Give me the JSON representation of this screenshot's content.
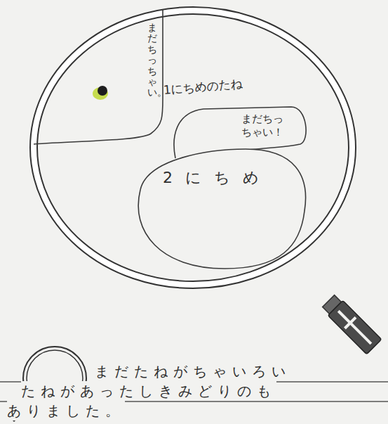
{
  "diagram": {
    "nodes": [
      {
        "text": [
          "まだちっちゃい。"
        ]
      },
      {
        "text": [
          "1にちめのたね",
          "まだちっちゃい！"
        ]
      },
      {
        "text": [
          "2にちめ"
        ]
      }
    ],
    "labels": [
      "まだたねがちゃいろい たねがあったしきみどりのも ありました。"
    ]
  }
}
